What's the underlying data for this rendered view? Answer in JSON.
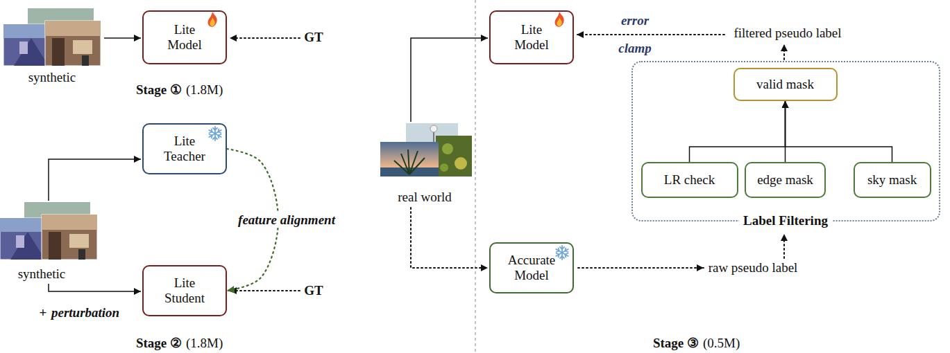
{
  "diagram": {
    "nodes": [
      {
        "text": [
          "Lite Model"
        ]
      },
      {
        "text": [
          "Lite Teacher"
        ]
      },
      {
        "text": [
          "Lite Student"
        ]
      },
      {
        "text": [
          "Lite Model"
        ]
      },
      {
        "text": [
          "Accurate Model"
        ]
      },
      {
        "text": [
          "Label Filtering"
        ]
      },
      {
        "text": [
          "valid mask"
        ],
        "in": 5
      },
      {
        "text": [
          "LR check"
        ],
        "in": 5
      },
      {
        "text": [
          "edge mask"
        ],
        "in": 5
      },
      {
        "text": [
          "sky mask"
        ],
        "in": 5
      }
    ],
    "edges": [
      {
        "from": 1,
        "to": 2,
        "arrow": "to",
        "label": "feature alignment"
      },
      {
        "from": 7,
        "to": 6,
        "arrow": "to"
      },
      {
        "from": 8,
        "to": 6,
        "arrow": "to"
      },
      {
        "from": 9,
        "to": 6,
        "arrow": "to"
      }
    ],
    "labels": [
      "synthetic",
      "GT",
      "Stage ①",
      "(1.8M)",
      "synthetic",
      "+",
      "perturbation",
      "GT",
      "Stage ②",
      "(1.8M)",
      "real world",
      "error clamp",
      "filtered pseudo label",
      "raw pseudo label",
      "Stage ③",
      "(0.5M)"
    ]
  }
}
